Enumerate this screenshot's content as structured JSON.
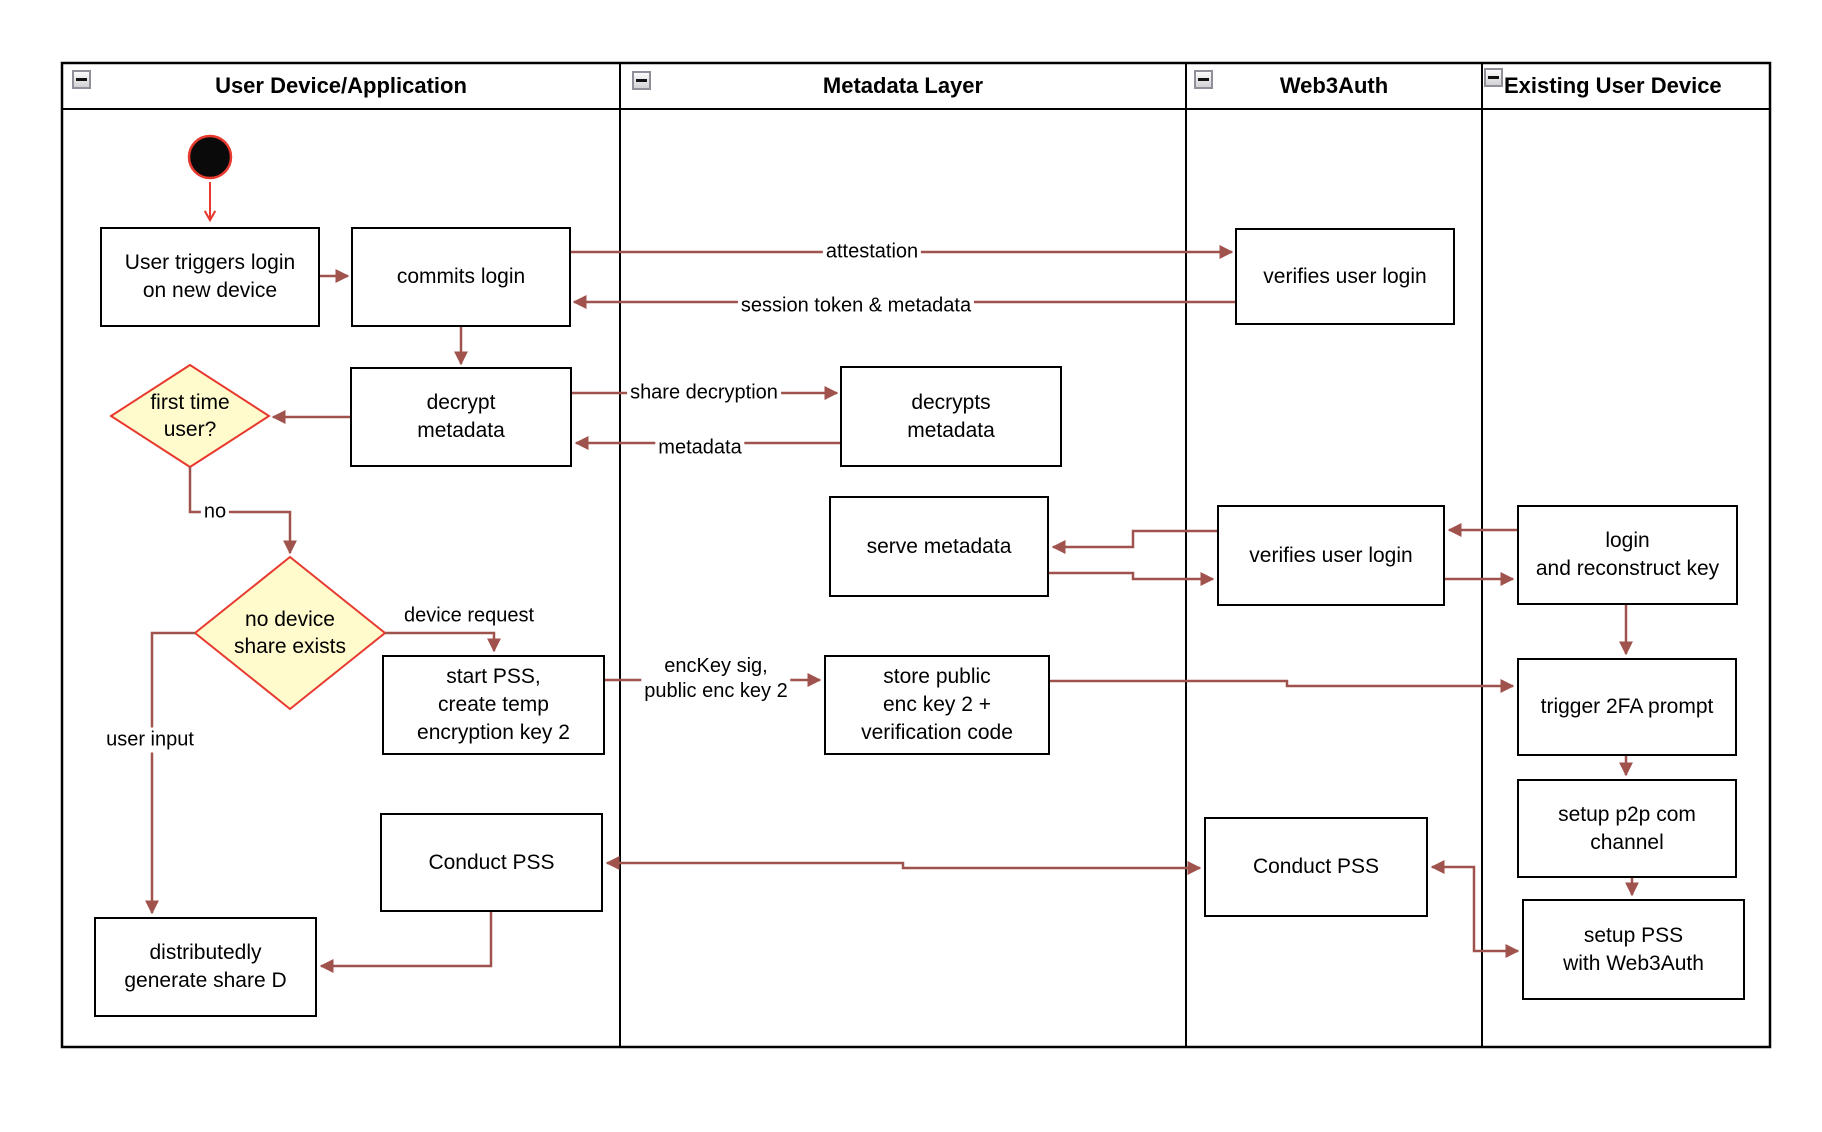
{
  "lanes": [
    {
      "title": "User Device/Application"
    },
    {
      "title": "Metadata Layer"
    },
    {
      "title": "Web3Auth"
    },
    {
      "title": "Existing User Device"
    }
  ],
  "nodes": {
    "user_triggers": {
      "lines": [
        "User triggers login",
        "on new device"
      ]
    },
    "commits_login": {
      "lines": [
        "commits login"
      ]
    },
    "verifies_login_1": {
      "lines": [
        "verifies user login"
      ]
    },
    "decrypt_metadata": {
      "lines": [
        "decrypt",
        "metadata"
      ]
    },
    "decrypts_metadata": {
      "lines": [
        "decrypts",
        "metadata"
      ]
    },
    "serve_metadata": {
      "lines": [
        "serve metadata"
      ]
    },
    "verifies_login_2": {
      "lines": [
        "verifies user login"
      ]
    },
    "login_reconstruct": {
      "lines": [
        "login",
        "and reconstruct key"
      ]
    },
    "start_pss": {
      "lines": [
        "start PSS,",
        "create temp",
        "encryption key 2"
      ]
    },
    "store_public": {
      "lines": [
        "store public",
        "enc key 2 +",
        "verification code"
      ]
    },
    "trigger_2fa": {
      "lines": [
        "trigger 2FA prompt"
      ]
    },
    "setup_p2p": {
      "lines": [
        "setup p2p com",
        "channel"
      ]
    },
    "setup_pss": {
      "lines": [
        "setup PSS",
        "with Web3Auth"
      ]
    },
    "conduct_pss_web3auth": {
      "lines": [
        "Conduct PSS"
      ]
    },
    "conduct_pss_user": {
      "lines": [
        "Conduct PSS"
      ]
    },
    "generate_share_d": {
      "lines": [
        "distributedly",
        "generate share D"
      ]
    }
  },
  "decisions": {
    "first_time_user": {
      "lines": [
        "first time",
        "user?"
      ]
    },
    "no_device_share": {
      "lines": [
        "no device",
        "share exists"
      ]
    }
  },
  "edge_labels": {
    "attestation": "attestation",
    "session_token": "session token & metadata",
    "share_decryption": "share decryption",
    "metadata": "metadata",
    "no": "no",
    "device_request": "device request",
    "enckey": {
      "lines": [
        "encKey sig,",
        "public enc key 2"
      ]
    },
    "user_input": "user input"
  },
  "colors": {
    "arrow": "#a0524c",
    "start_red": "#e8392e",
    "decision_fill": "#fffbcc",
    "node_border": "#000000"
  }
}
